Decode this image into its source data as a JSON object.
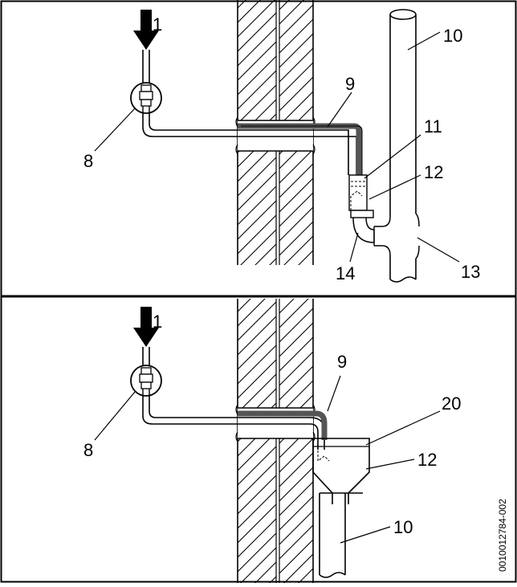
{
  "top_panel": {
    "labels": {
      "arrow": "1",
      "wall_pipe": "9",
      "drain": "10",
      "trap_cap": "11",
      "funnel": "12",
      "tee": "13",
      "elbow": "14",
      "safety_valve": "8"
    }
  },
  "bottom_panel": {
    "labels": {
      "arrow": "1",
      "wall_pipe": "9",
      "gap": "20",
      "funnel": "12",
      "drain": "10",
      "safety_valve": "8"
    }
  },
  "drawing_code": "0010012784-002",
  "colors": {
    "line": "#000000",
    "insulation": "#555555",
    "hatch": "#000000",
    "background": "#ffffff"
  }
}
